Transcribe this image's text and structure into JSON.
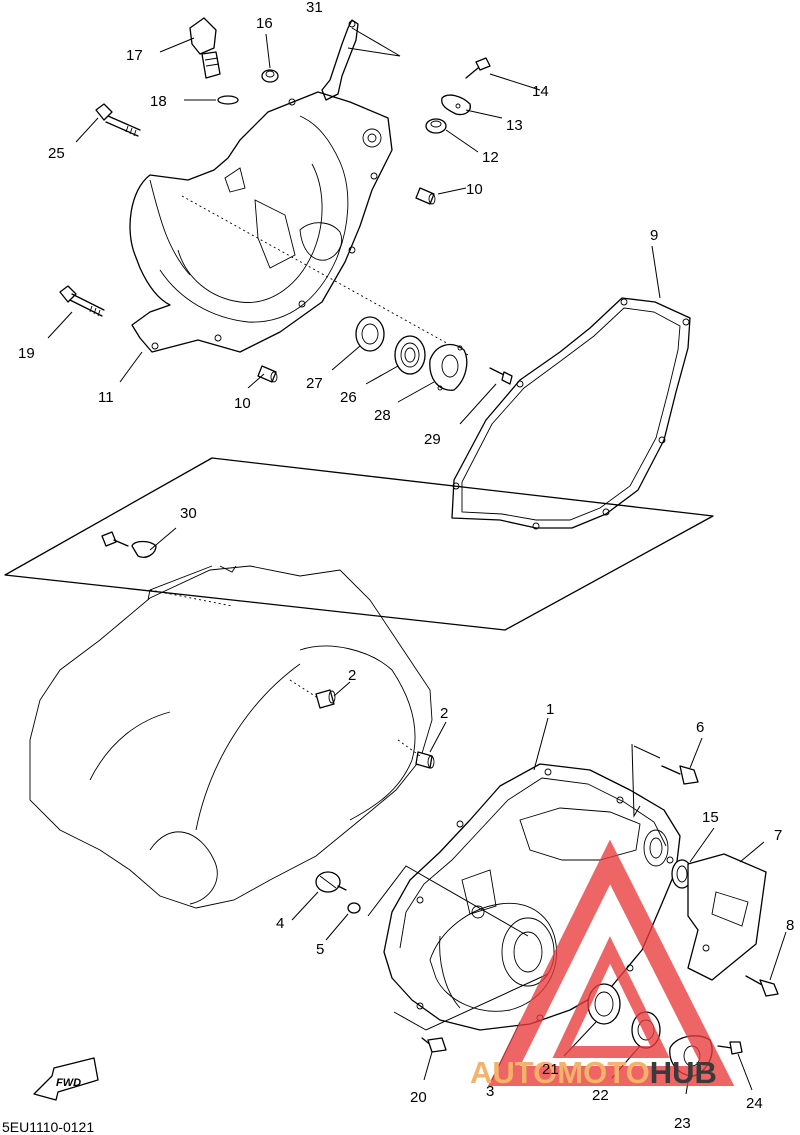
{
  "diagram_code": "5EU1110-0121",
  "fwd_label": "FWD",
  "watermark": {
    "text_prefix": "AUTOMOTO",
    "text_suffix": "HUB",
    "prefix_color": "#f5b26b",
    "suffix_color": "#3a3a3a",
    "logo_color": "#e83a3a"
  },
  "callouts": [
    {
      "id": "c1",
      "label": "1"
    },
    {
      "id": "c2a",
      "label": "2"
    },
    {
      "id": "c2b",
      "label": "2"
    },
    {
      "id": "c3",
      "label": "3"
    },
    {
      "id": "c4",
      "label": "4"
    },
    {
      "id": "c5",
      "label": "5"
    },
    {
      "id": "c6",
      "label": "6"
    },
    {
      "id": "c7",
      "label": "7"
    },
    {
      "id": "c8",
      "label": "8"
    },
    {
      "id": "c9",
      "label": "9"
    },
    {
      "id": "c10a",
      "label": "10"
    },
    {
      "id": "c10b",
      "label": "10"
    },
    {
      "id": "c11",
      "label": "11"
    },
    {
      "id": "c12",
      "label": "12"
    },
    {
      "id": "c13",
      "label": "13"
    },
    {
      "id": "c14",
      "label": "14"
    },
    {
      "id": "c15",
      "label": "15"
    },
    {
      "id": "c16",
      "label": "16"
    },
    {
      "id": "c17",
      "label": "17"
    },
    {
      "id": "c18",
      "label": "18"
    },
    {
      "id": "c19",
      "label": "19"
    },
    {
      "id": "c20",
      "label": "20"
    },
    {
      "id": "c21",
      "label": "21"
    },
    {
      "id": "c22",
      "label": "22"
    },
    {
      "id": "c23",
      "label": "23"
    },
    {
      "id": "c24",
      "label": "24"
    },
    {
      "id": "c25",
      "label": "25"
    },
    {
      "id": "c26",
      "label": "26"
    },
    {
      "id": "c27",
      "label": "27"
    },
    {
      "id": "c28",
      "label": "28"
    },
    {
      "id": "c29",
      "label": "29"
    },
    {
      "id": "c30",
      "label": "30"
    },
    {
      "id": "c31",
      "label": "31"
    }
  ]
}
